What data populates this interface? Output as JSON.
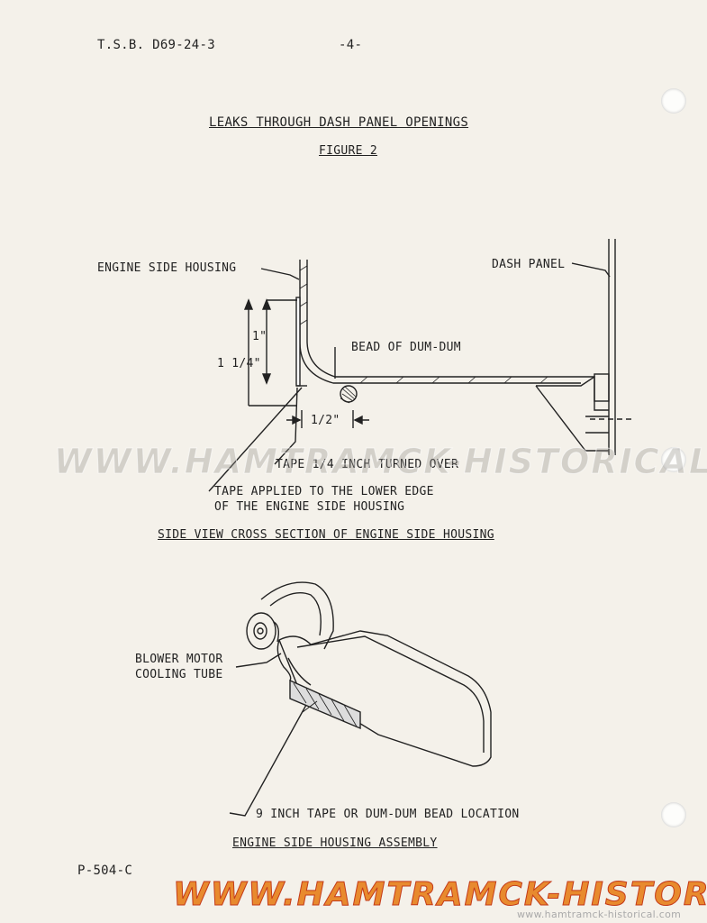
{
  "header": {
    "bulletin": "T.S.B. D69-24-3",
    "page": "-4-"
  },
  "title": "LEAKS THROUGH DASH PANEL OPENINGS",
  "figure_label": "FIGURE 2",
  "figure1": {
    "engine_side_housing": "ENGINE SIDE HOUSING",
    "dash_panel": "DASH PANEL",
    "one_inch": "1\"",
    "one_quarter": "1 1/4\"",
    "bead": "BEAD OF DUM-DUM",
    "half_inch": "1/2\"",
    "tape_turned": "TAPE 1/4 INCH TURNED OVER",
    "tape_applied_1": "TAPE APPLIED TO THE LOWER EDGE",
    "tape_applied_2": "OF THE ENGINE SIDE HOUSING",
    "caption": "SIDE VIEW CROSS SECTION OF ENGINE SIDE HOUSING"
  },
  "figure2": {
    "blower_1": "BLOWER MOTOR",
    "blower_2": "COOLING TUBE",
    "tape_location": "9 INCH TAPE OR DUM-DUM BEAD LOCATION",
    "caption": "ENGINE SIDE HOUSING ASSEMBLY"
  },
  "footer": {
    "code": "P-504-C"
  },
  "watermark": {
    "text": "WWW.HAMTRAMCK-HISTORICAL.COM",
    "corner": "www.hamtramck-historical.com"
  }
}
